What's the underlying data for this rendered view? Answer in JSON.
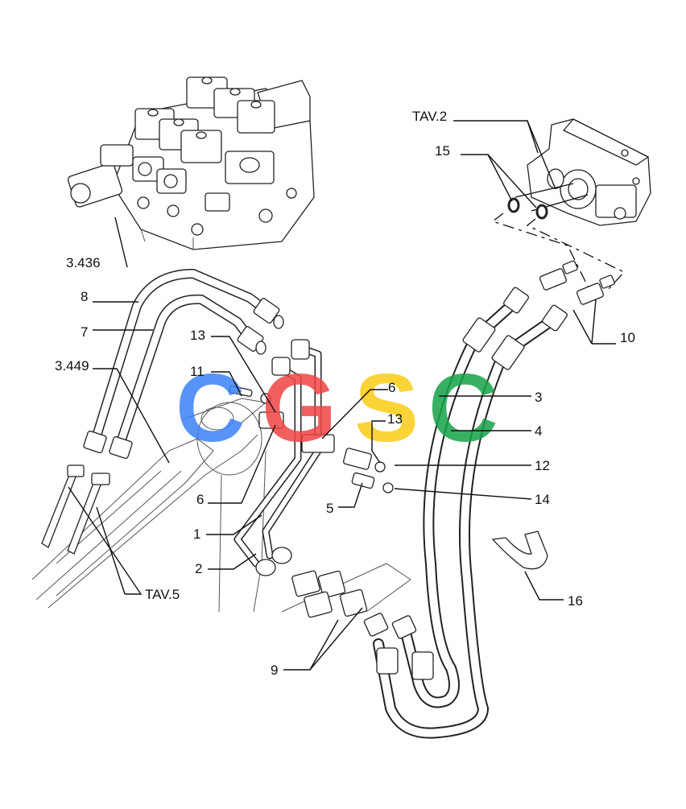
{
  "watermark": {
    "letters": [
      "C",
      "G",
      "S",
      "C"
    ],
    "colors": [
      "#3b82f6",
      "#ef4444",
      "#facc15",
      "#16a34a"
    ]
  },
  "labels": {
    "ref_3436": "3.436",
    "tav2": "TAV.2",
    "n15": "15",
    "n8": "8",
    "n7": "7",
    "ref_3449": "3.449",
    "n13a": "13",
    "n11": "11",
    "n6a": "6",
    "n6b": "6",
    "n13b": "13",
    "n3": "3",
    "n4": "4",
    "n10": "10",
    "n12": "12",
    "n14": "14",
    "n5": "5",
    "n1": "1",
    "n2": "2",
    "tav5": "TAV.5",
    "n16": "16",
    "n9": "9"
  }
}
